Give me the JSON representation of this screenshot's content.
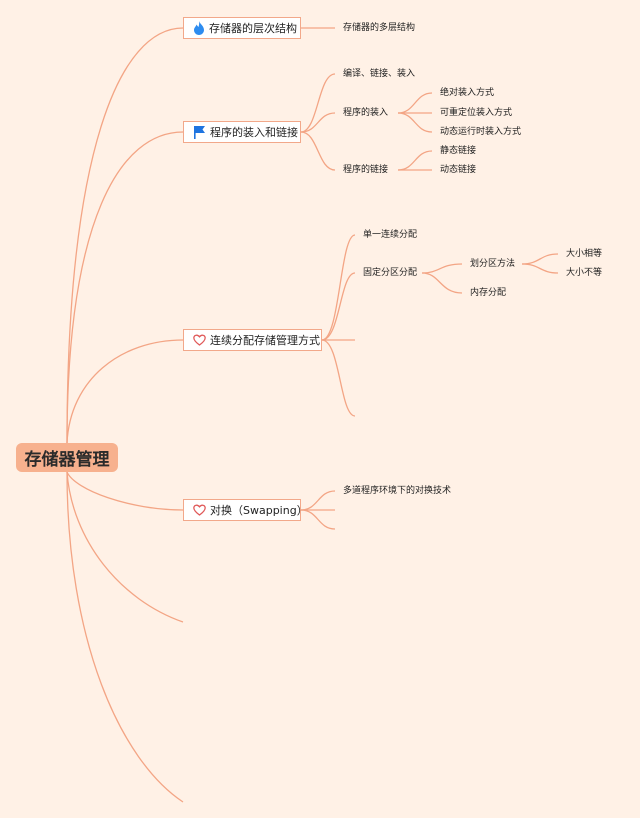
{
  "colors": {
    "background": "#FFF1E6",
    "link": "#F3A585",
    "root_fill": "#F7B18E",
    "branch_border": "#F2A88A",
    "flame_icon": "#2D8CF0",
    "flag_icon": "#1E74E0",
    "heart_icon": "#E05A5A"
  },
  "root": {
    "label": "存储器管理"
  },
  "branches": [
    {
      "label": "存储器的层次结构",
      "icon": "flame-icon",
      "children": [
        {
          "label": "存储器的多层结构"
        }
      ]
    },
    {
      "label": "程序的装入和链接",
      "icon": "flag-icon",
      "children": [
        {
          "label": "编译、链接、装入"
        },
        {
          "label": "程序的装入",
          "children": [
            {
              "label": "绝对装入方式"
            },
            {
              "label": "可重定位装入方式"
            },
            {
              "label": "动态运行时装入方式"
            }
          ]
        },
        {
          "label": "程序的链接",
          "children": [
            {
              "label": "静态链接"
            },
            {
              "label": "动态链接"
            }
          ]
        }
      ]
    },
    {
      "label": "连续分配存储管理方式",
      "icon": "heart-icon",
      "children": [
        {
          "label": "单一连续分配"
        },
        {
          "label": "固定分区分配",
          "children": [
            {
              "label": "划分区方法",
              "children": [
                {
                  "label": "大小相等"
                },
                {
                  "label": "大小不等"
                }
              ]
            },
            {
              "label": "内存分配"
            }
          ]
        }
      ]
    },
    {
      "label": "对换（Swapping）",
      "icon": "heart-icon",
      "children": [
        {
          "label": "多道程序环境下的对换技术"
        }
      ]
    }
  ]
}
